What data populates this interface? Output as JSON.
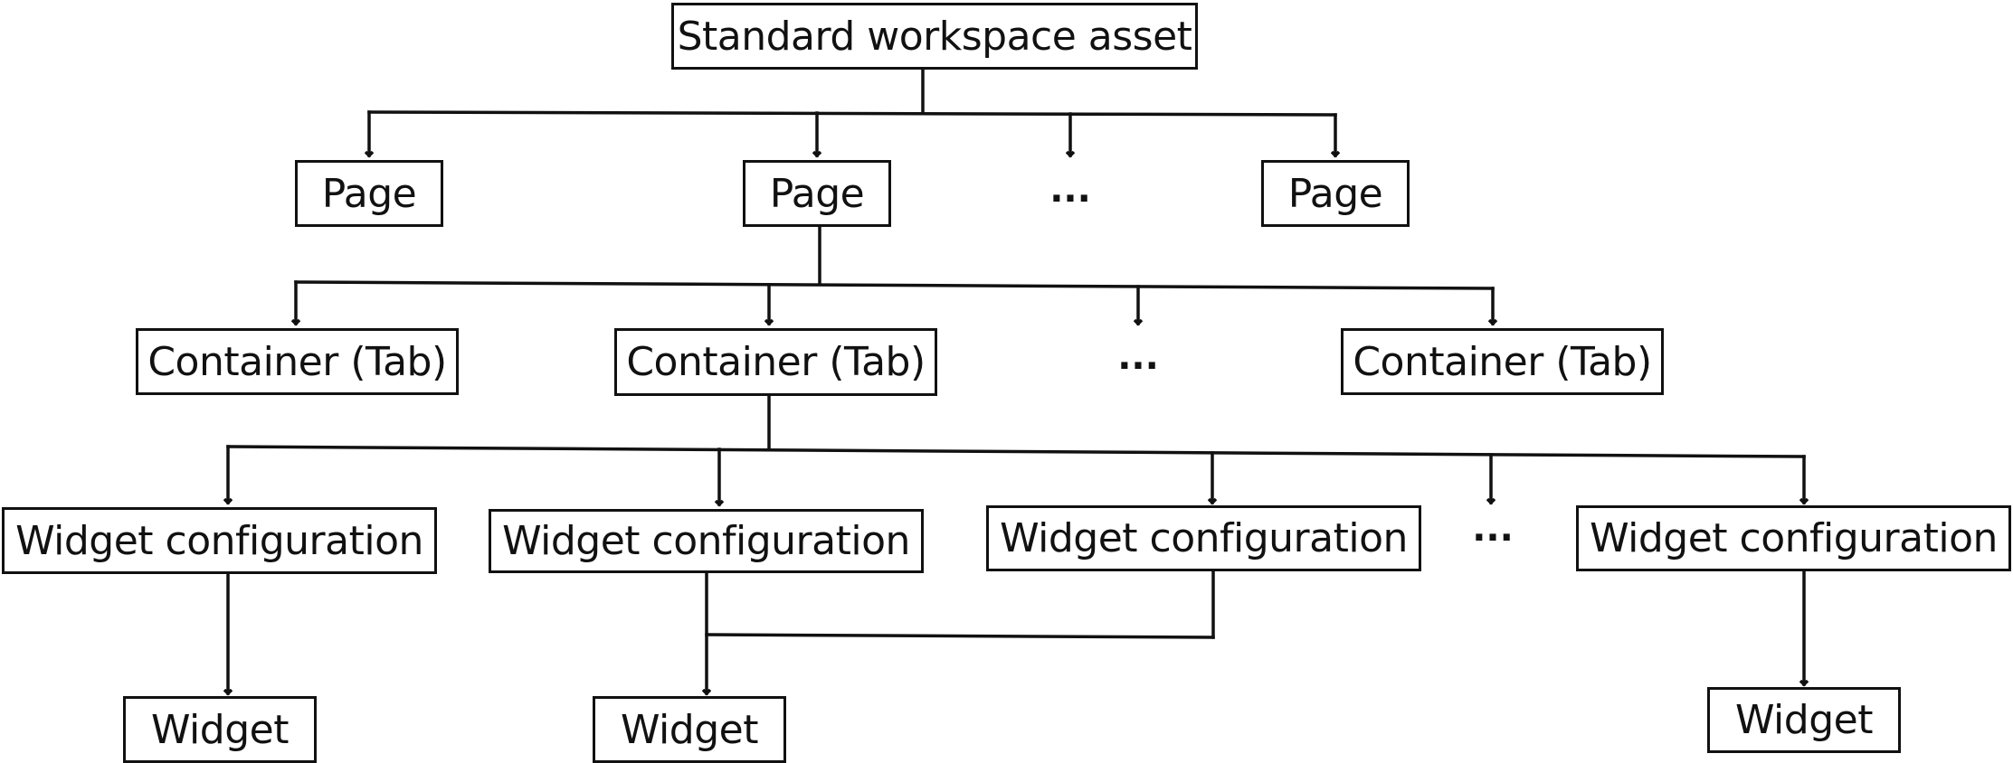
{
  "root": {
    "label": "Standard workspace asset"
  },
  "pages": [
    {
      "label": "Page"
    },
    {
      "label": "Page"
    },
    {
      "label": "Page"
    }
  ],
  "containers": [
    {
      "label": "Container (Tab)"
    },
    {
      "label": "Container (Tab)"
    },
    {
      "label": "Container (Tab)"
    }
  ],
  "widget_configurations": [
    {
      "label": "Widget configuration"
    },
    {
      "label": "Widget configuration"
    },
    {
      "label": "Widget configuration"
    },
    {
      "label": "Widget configuration"
    }
  ],
  "widgets": [
    {
      "label": "Widget"
    },
    {
      "label": "Widget"
    },
    {
      "label": "Widget"
    }
  ],
  "ellipsis": {
    "pages": "...",
    "containers": "...",
    "widget_configurations": "..."
  }
}
